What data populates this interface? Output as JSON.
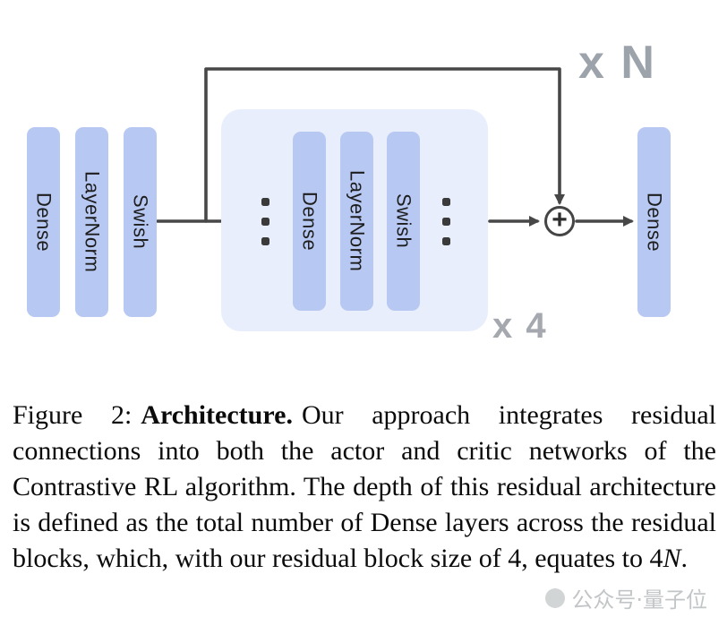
{
  "colors": {
    "pill_fill": "#b7c8f2",
    "residual_container_fill": "#e8eefb",
    "connector_line": "#474747",
    "repeat_label_gray": "#9da3ab",
    "watermark_gray": "#bcbfc1",
    "background": "#ffffff"
  },
  "icons": {
    "vertical_ellipsis": "⋮",
    "plus": "+"
  },
  "diagram": {
    "input_stack": [
      "Dense",
      "LayerNorm",
      "Swish"
    ],
    "residual_block": {
      "layers": [
        "Dense",
        "LayerNorm",
        "Swish"
      ],
      "repeat_label": "x 4"
    },
    "outer_repeat_label": "x N",
    "output_layer": "Dense",
    "plus_sign": "+"
  },
  "caption": {
    "label": "Figure 2:",
    "title": "Architecture.",
    "body": "Our approach integrates residual connections into both the actor and critic networks of the Contrastive RL algorithm. The depth of this residual architecture is defined as the total number of Dense layers across the residual blocks, which, with our residual block size of 4, equates to 4",
    "math_var": "N",
    "terminal": "."
  },
  "watermark": {
    "text": "公众号·量子位"
  }
}
